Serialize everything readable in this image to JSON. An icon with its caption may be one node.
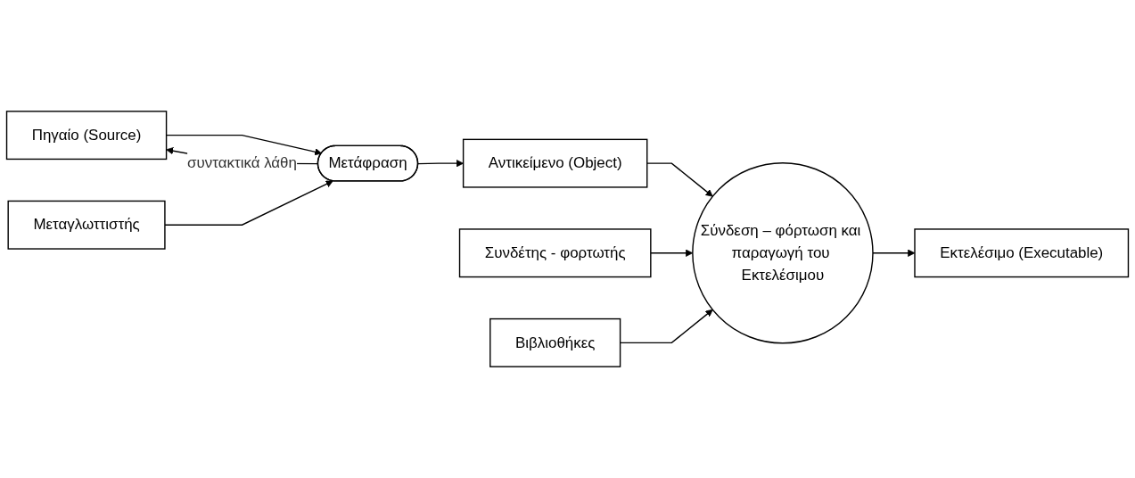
{
  "diagram": {
    "nodes": [
      {
        "text": [
          "Πηγαίο (Source)"
        ]
      },
      {
        "text": [
          "Μεταγλωττιστής"
        ]
      },
      {
        "text": [
          "Μετάφραση"
        ]
      },
      {
        "text": [
          "Αντικείμενο (Object)"
        ]
      },
      {
        "text": [
          "Συνδέτης - φορτωτής"
        ]
      },
      {
        "text": [
          "Βιβλιοθήκες"
        ]
      },
      {
        "text": [
          "Σύνδεση – φόρτωση και παραγωγή του Εκτελέσιμου"
        ]
      },
      {
        "text": [
          "Εκτελέσιμο (Executable)"
        ]
      }
    ],
    "edges": [
      {
        "from": 0,
        "to": 2,
        "arrow": "to"
      },
      {
        "from": 1,
        "to": 2,
        "arrow": "to"
      },
      {
        "from": 2,
        "to": 3,
        "arrow": "to"
      },
      {
        "from": 2,
        "to": 0,
        "arrow": "to",
        "label": "συντακτικά λάθη"
      },
      {
        "from": 3,
        "to": 6,
        "arrow": "to"
      },
      {
        "from": 4,
        "to": 6,
        "arrow": "to"
      },
      {
        "from": 5,
        "to": 6,
        "arrow": "to"
      },
      {
        "from": 6,
        "to": 7,
        "arrow": "to"
      }
    ]
  }
}
